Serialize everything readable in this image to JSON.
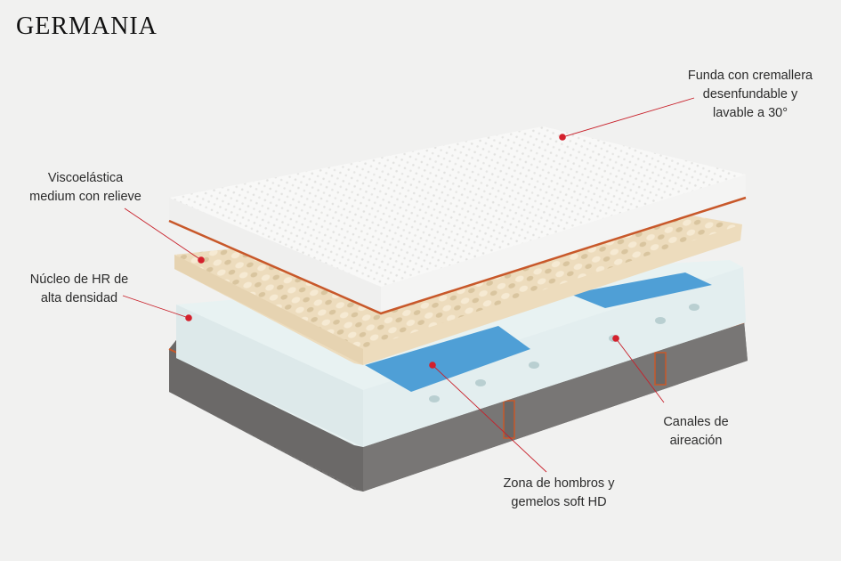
{
  "brand": {
    "name": "GERMANIA"
  },
  "callouts": {
    "cover": {
      "lines": [
        "Funda con cremallera",
        "desenfundable y",
        "lavable a 30°"
      ]
    },
    "memory_foam": {
      "lines": [
        "Viscoelástica",
        "medium con relieve"
      ]
    },
    "core": {
      "lines": [
        "Núcleo de HR de",
        "alta densidad"
      ]
    },
    "channels": {
      "lines": [
        "Canales de",
        "aireación"
      ]
    },
    "zones": {
      "lines": [
        "Zona de hombros y",
        "gemelos soft HD"
      ]
    }
  },
  "colors": {
    "background": "#f1f1f0",
    "leader_line": "#c8202a",
    "marker": "#d4202c",
    "piping": "#c8582a",
    "cover": "#fbfbfa",
    "foam": "#eddcbd",
    "core": "#e7f1f1",
    "zone": "#4f9fd6",
    "base": "#6e6c6b"
  }
}
